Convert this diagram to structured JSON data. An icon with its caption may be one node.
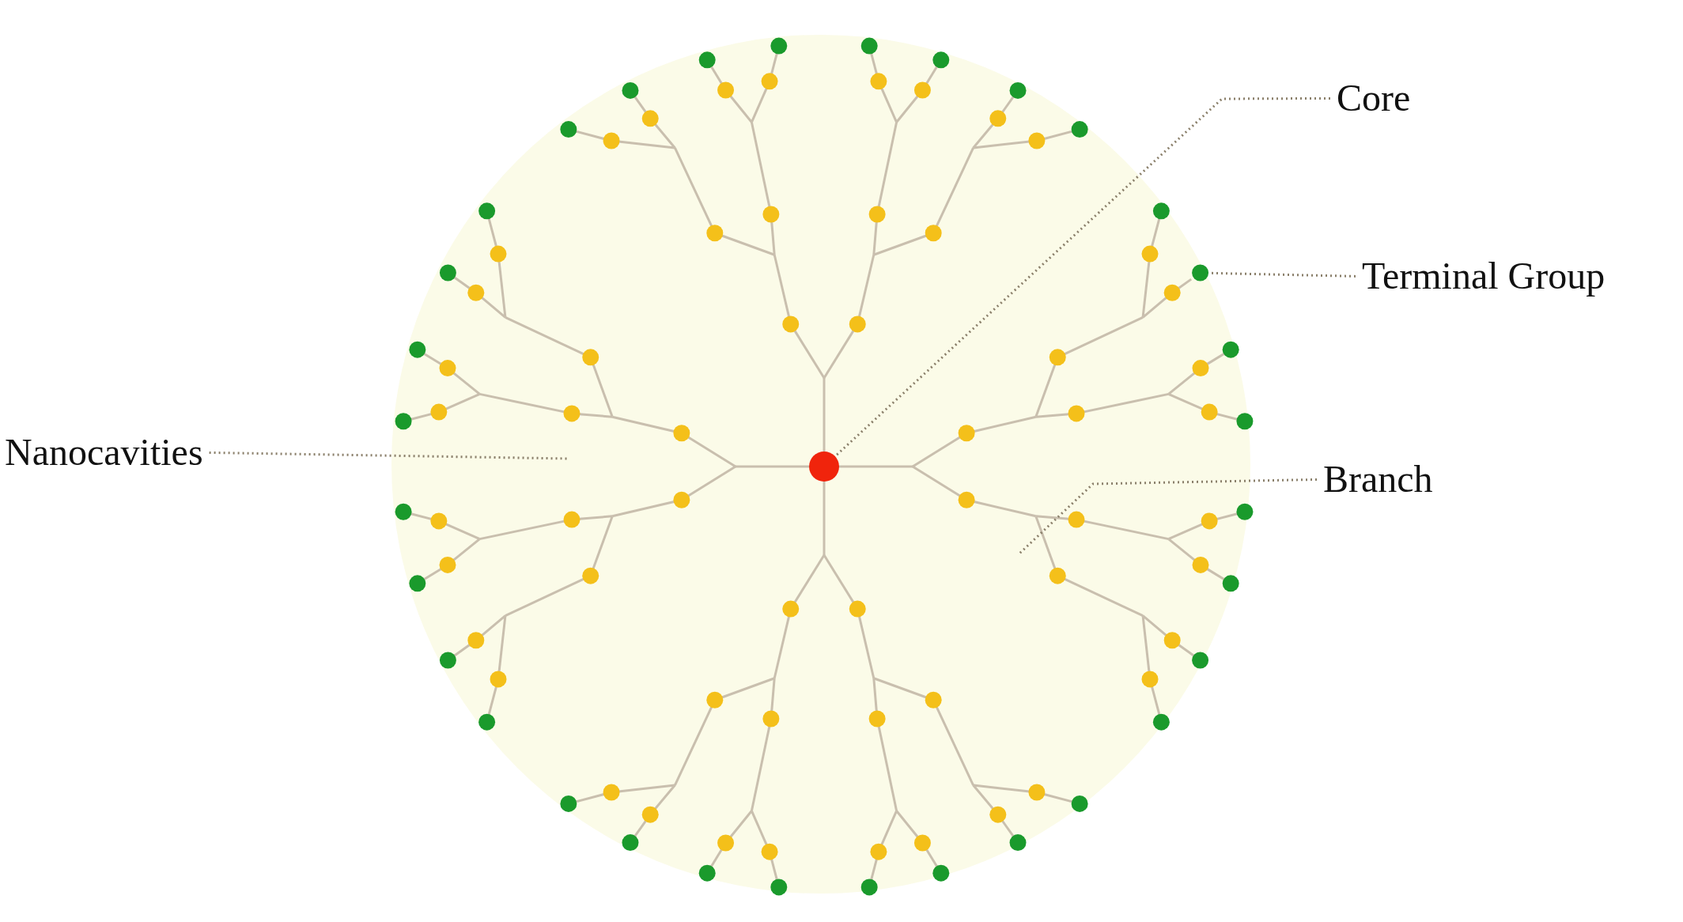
{
  "diagram": {
    "nodes": [
      {
        "text": [
          "Core"
        ]
      },
      {
        "text": [],
        "shape": "circle"
      },
      {
        "text": [
          "Terminal Group"
        ]
      },
      {
        "text": [],
        "shape": "circle"
      },
      {
        "text": [
          "Nanocavities"
        ]
      },
      {
        "text": [
          "Branch"
        ]
      }
    ],
    "edges": [
      {
        "from": 0,
        "to": 1,
        "arrow": "none"
      },
      {
        "from": 2,
        "to": 3,
        "arrow": "none"
      },
      {
        "from": 4,
        "to": null,
        "arrow": "none"
      },
      {
        "from": 5,
        "to": null,
        "arrow": "none"
      }
    ]
  }
}
